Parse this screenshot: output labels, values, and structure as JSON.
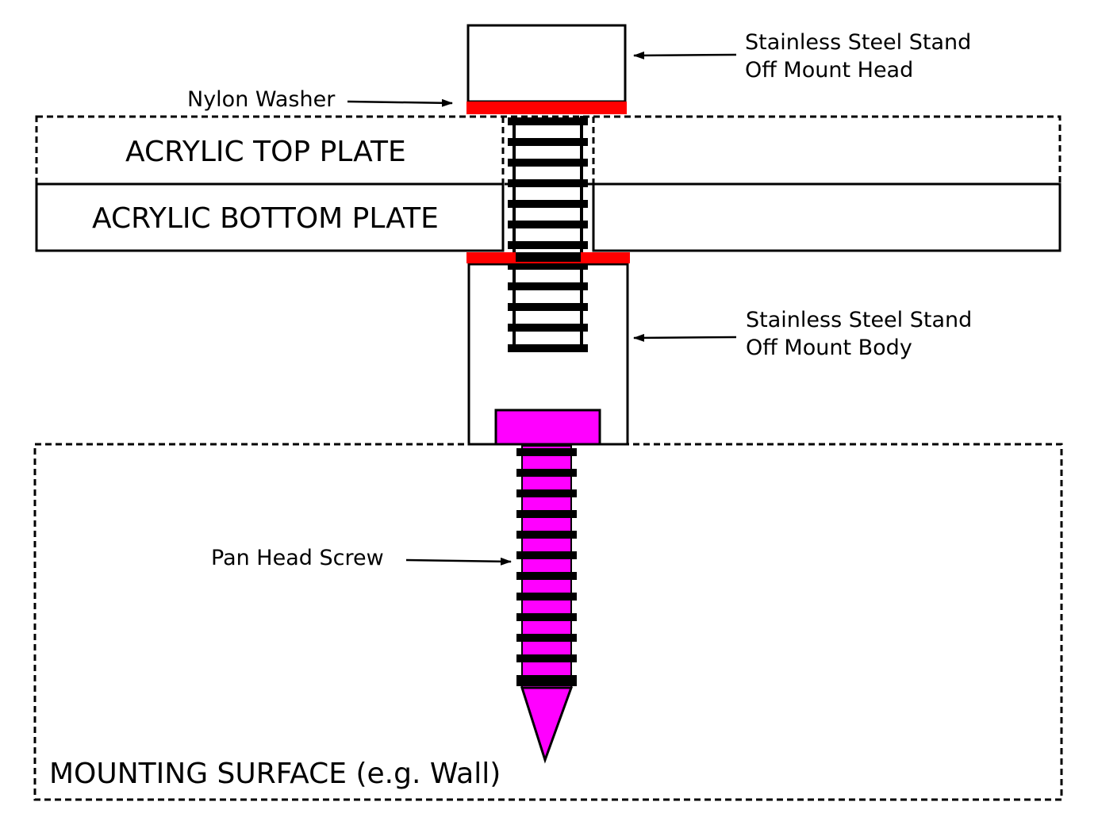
{
  "labels": {
    "head_line1": "Stainless Steel Stand",
    "head_line2": "Off Mount Head",
    "nylon_washer": "Nylon Washer",
    "top_plate": "ACRYLIC TOP PLATE",
    "bottom_plate": "ACRYLIC BOTTOM PLATE",
    "body_line1": "Stainless Steel Stand",
    "body_line2": "Off Mount Body",
    "pan_head_screw": "Pan Head Screw",
    "mounting_surface": "MOUNTING SURFACE (e.g. Wall)"
  },
  "colors": {
    "washer": "#ff0000",
    "screw": "#ff00ff",
    "outline": "#000000",
    "background": "#ffffff"
  }
}
